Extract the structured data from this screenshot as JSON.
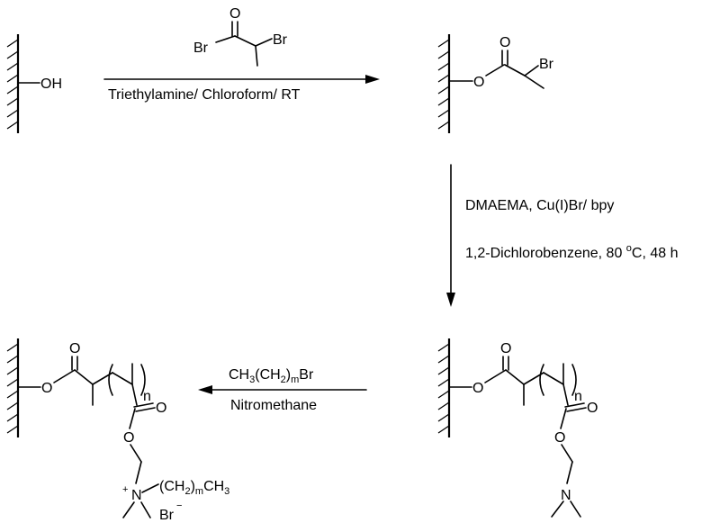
{
  "reactions": [
    {
      "reagent": {
        "carbonyl_o": "O",
        "bromide_left": "Br",
        "bromide_right": "Br"
      },
      "conditions": "Triethylamine/ Chloroform/ RT"
    },
    {
      "line1": "DMAEMA, Cu(I)Br/ bpy",
      "line2_prefix": "1,2-Dichlorobenzene, 80 ",
      "line2_sup": "o",
      "line2_suffix": "C, 48 h"
    },
    {
      "reagent_parts": [
        "CH",
        "3",
        "(CH",
        "2",
        ")",
        "m",
        "Br"
      ],
      "solvent": "Nitromethane"
    }
  ],
  "structures": {
    "surface_hydroxyl": {
      "group": "OH"
    },
    "initiator": {
      "ester_o": "O",
      "carbonyl_o": "O",
      "halogen": "Br"
    },
    "polymer": {
      "ester_o": "O",
      "carbonyl_o": "O",
      "side_o1": "O",
      "side_o2": "O",
      "n": "n",
      "nitrogen": "N"
    },
    "quaternized": {
      "ester_o": "O",
      "carbonyl_o": "O",
      "side_o1": "O",
      "side_o2": "O",
      "n": "n",
      "plus": "+",
      "nitrogen": "N",
      "chain_parts": [
        "(CH",
        "2",
        ")",
        "m",
        "CH",
        "3"
      ],
      "counter_ion": "Br",
      "minus": "−"
    }
  }
}
